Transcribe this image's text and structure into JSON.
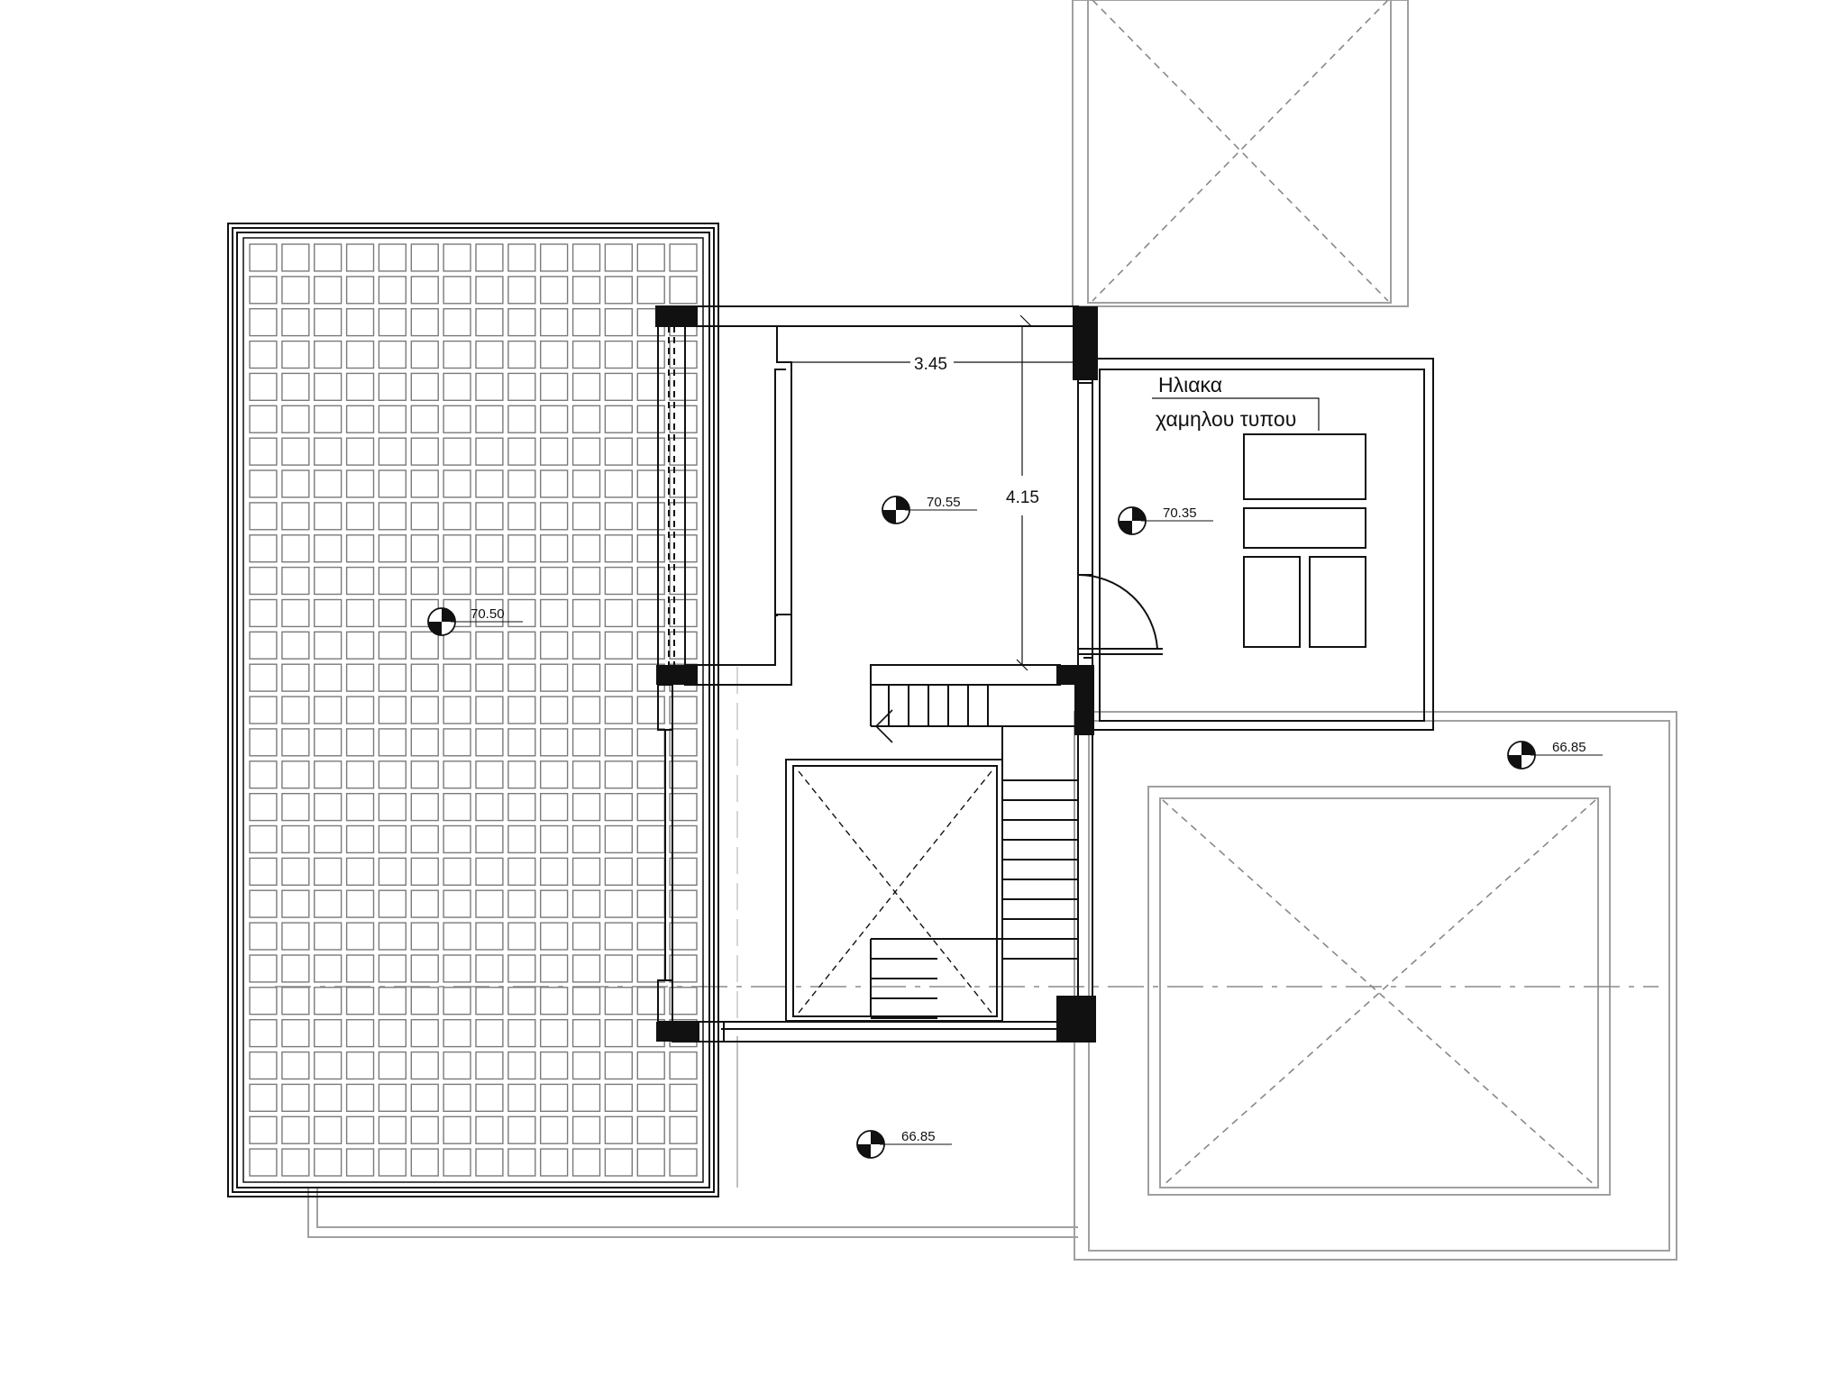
{
  "elevations": {
    "terrace": "70.50",
    "room": "70.55",
    "solar_room": "70.35",
    "roof_right": "66.85",
    "roof_bottom": "66.85"
  },
  "dimensions": {
    "room_width": "3.45",
    "room_depth": "4.15"
  },
  "annotation": {
    "line1": "Ηλιακα",
    "line2": "χαμηλου τυπου"
  },
  "colors": {
    "ink": "#111111",
    "light_line": "#9a9a9a",
    "dashed": "#888888",
    "tile": "#7a7a7a"
  }
}
